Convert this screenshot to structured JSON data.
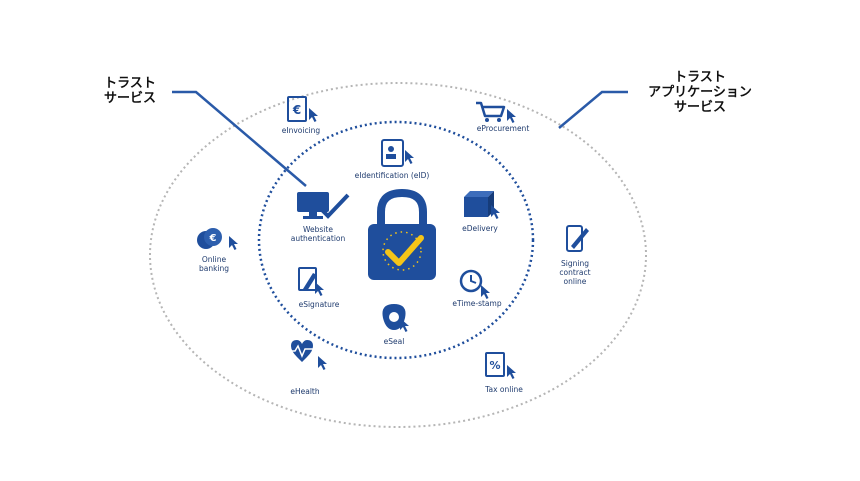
{
  "callouts": {
    "trust_services": [
      "トラスト",
      "サービス"
    ],
    "trust_app_services": [
      "トラスト",
      "アプリケーション",
      "サービス"
    ]
  },
  "inner_services": {
    "eidentification": "eIdentification (eID)",
    "website_auth": [
      "Website",
      "authentication"
    ],
    "edelivery": "eDelivery",
    "esignature": "eSignature",
    "etimestamp": "eTime-stamp",
    "eseal": "eSeal"
  },
  "outer_services": {
    "einvoicing": "eInvoicing",
    "eprocurement": "eProcurement",
    "online_banking": [
      "Online",
      "banking"
    ],
    "signing_contract": [
      "Signing",
      "contract",
      "online"
    ],
    "ehealth": "eHealth",
    "tax_online": "Tax online"
  },
  "colors": {
    "primary_blue": "#1f4e9c",
    "lock_yellow": "#f5c518",
    "outer_ring": "#b5b5b5",
    "inner_ring": "#1f4e9c"
  },
  "icons": {
    "center": "padlock-eu-stars-check-icon",
    "einvoicing": "euro-document-icon",
    "eprocurement": "shopping-cart-icon",
    "eidentification": "id-card-icon",
    "website_auth": "monitor-check-icon",
    "edelivery": "package-icon",
    "online_banking": "euro-coins-icon",
    "signing_contract": "tablet-pen-icon",
    "esignature": "pen-document-icon",
    "etimestamp": "clock-icon",
    "eseal": "seal-icon",
    "ehealth": "heart-pulse-icon",
    "tax_online": "percent-document-icon"
  }
}
